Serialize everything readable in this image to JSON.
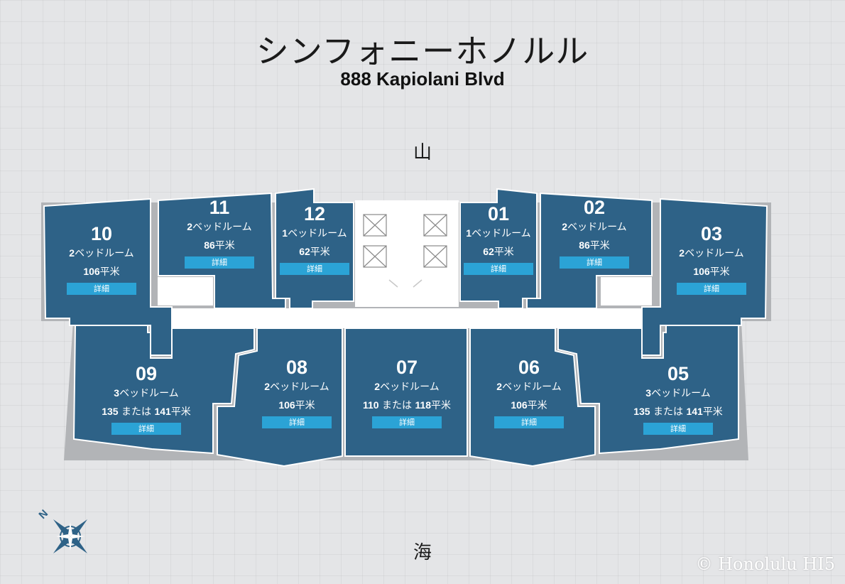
{
  "header": {
    "title": "シンフォニーホノルル",
    "address": "888 Kapiolani Blvd"
  },
  "directions": {
    "mountain": "山",
    "ocean": "海"
  },
  "units": [
    {
      "id": "10",
      "number": "10",
      "bed_count": "2",
      "bed_label": "ベッドルーム",
      "area": "106",
      "unit": "平米",
      "detail": "詳細"
    },
    {
      "id": "11",
      "number": "11",
      "bed_count": "2",
      "bed_label": "ベッドルーム",
      "area": "86",
      "unit": "平米",
      "detail": "詳細"
    },
    {
      "id": "12",
      "number": "12",
      "bed_count": "1",
      "bed_label": "ベッドルーム",
      "area": "62",
      "unit": "平米",
      "detail": "詳細"
    },
    {
      "id": "01",
      "number": "01",
      "bed_count": "1",
      "bed_label": "ベッドルーム",
      "area": "62",
      "unit": "平米",
      "detail": "詳細"
    },
    {
      "id": "02",
      "number": "02",
      "bed_count": "2",
      "bed_label": "ベッドルーム",
      "area": "86",
      "unit": "平米",
      "detail": "詳細"
    },
    {
      "id": "03",
      "number": "03",
      "bed_count": "2",
      "bed_label": "ベッドルーム",
      "area": "106",
      "unit": "平米",
      "detail": "詳細"
    },
    {
      "id": "09",
      "number": "09",
      "bed_count": "3",
      "bed_label": "ベッドルーム",
      "area": "135",
      "area_join": "または",
      "area2": "141",
      "unit": "平米",
      "detail": "詳細"
    },
    {
      "id": "08",
      "number": "08",
      "bed_count": "2",
      "bed_label": "ベッドルーム",
      "area": "106",
      "unit": "平米",
      "detail": "詳細"
    },
    {
      "id": "07",
      "number": "07",
      "bed_count": "2",
      "bed_label": "ベッドルーム",
      "area": "110",
      "area_join": "または",
      "area2": "118",
      "unit": "平米",
      "detail": "詳細"
    },
    {
      "id": "06",
      "number": "06",
      "bed_count": "2",
      "bed_label": "ベッドルーム",
      "area": "106",
      "unit": "平米",
      "detail": "詳細"
    },
    {
      "id": "05",
      "number": "05",
      "bed_count": "3",
      "bed_label": "ベッドルーム",
      "area": "135",
      "area_join": "または",
      "area2": "141",
      "unit": "平米",
      "detail": "詳細"
    }
  ],
  "compass": {
    "north_label": "N",
    "icon": "compass-rose-icon"
  },
  "watermark": "© Honolulu HI5",
  "colors": {
    "unit_fill": "#2e6287",
    "detail_button": "#2ba3d6",
    "outline": "#b2b4b7",
    "background": "#e4e5e7"
  }
}
